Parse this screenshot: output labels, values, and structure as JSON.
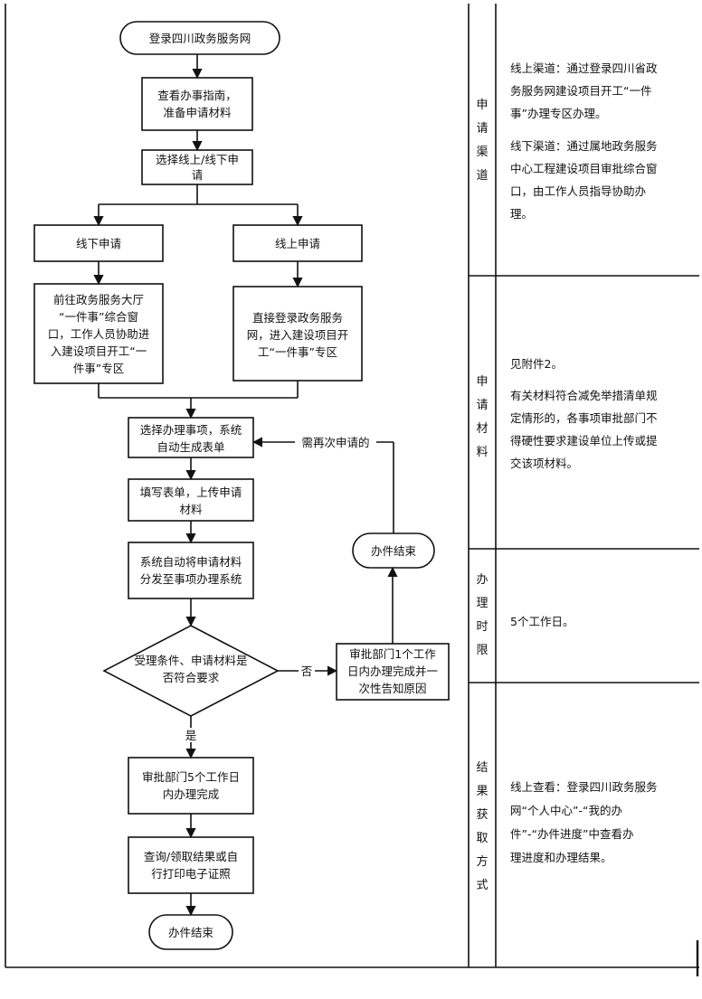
{
  "flow": {
    "start": "登录四川政务服务网",
    "guide": [
      "查看办事指南，",
      "准备申请材料"
    ],
    "choose": [
      "选择线上/线下申",
      "请"
    ],
    "offline": "线下申请",
    "online": "线上申请",
    "offline_desc": [
      "前往政务服务大厅",
      "“一件事”综合窗",
      "口，工作人员协助进",
      "入建设项目开工“一",
      "件事”专区"
    ],
    "online_desc": [
      "直接登录政务服务",
      "网，进入建设项目开",
      "工“一件事”专区"
    ],
    "select_item": [
      "选择办理事项，系统",
      "自动生成表单"
    ],
    "fill_form": [
      "填写表单，上传申请",
      "材料"
    ],
    "distribute": [
      "系统自动将申请材料",
      "分发至事项办理系统"
    ],
    "decision": [
      "受理条件、申请材料是",
      "否符合要求"
    ],
    "no_label": "否",
    "yes_label": "是",
    "reject": [
      "审批部门1个工作",
      "日内办理完成并一",
      "次性告知原因"
    ],
    "reapply_label": "需再次申请的",
    "end_reject": "办件结束",
    "approve": [
      "审批部门5个工作日",
      "内办理完成"
    ],
    "query": [
      "查询/领取结果或自",
      "行打印电子证照"
    ],
    "end": "办件结束"
  },
  "sections": [
    {
      "title": [
        "申",
        "请",
        "渠",
        "道"
      ],
      "content": [
        "线上渠道：通过登录四川省政",
        "务服务网建设项目开工“一件",
        "事”办理专区办理。",
        "",
        "线下渠道：通过属地政务服务",
        "中心工程建设项目审批综合窗",
        "口，由工作人员指导协助办",
        "理。"
      ]
    },
    {
      "title": [
        "申",
        "请",
        "材",
        "料"
      ],
      "content": [
        "见附件2。",
        "",
        "有关材料符合减免举措清单规",
        "定情形的，各事项审批部门不",
        "得硬性要求建设单位上传或提",
        "交该项材料。"
      ]
    },
    {
      "title": [
        "办",
        "理",
        "时",
        "限"
      ],
      "content": [
        "5个工作日。"
      ]
    },
    {
      "title": [
        "结",
        "果",
        "获",
        "取",
        "方",
        "式"
      ],
      "content": [
        "线上查看：登录四川政务服务",
        "网“个人中心”-“我的办",
        "件”-“办件进度”中查看办",
        "理进度和办理结果。"
      ]
    }
  ]
}
